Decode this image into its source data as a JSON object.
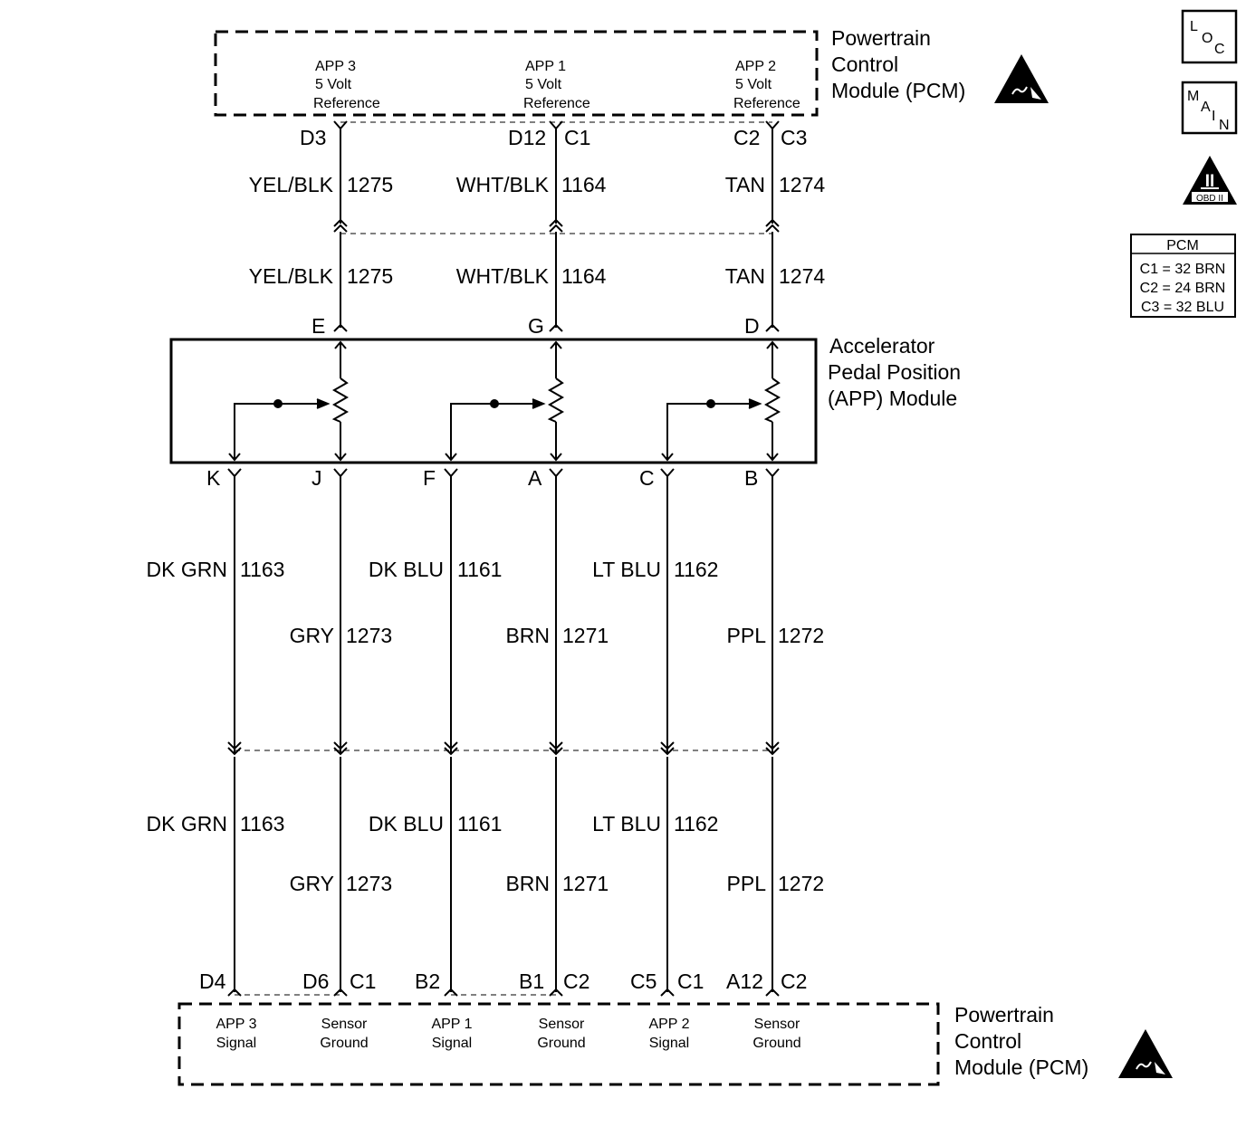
{
  "pcm_top": {
    "title_lines": [
      "Powertrain",
      "Control",
      "Module (PCM)"
    ],
    "app3_lines": [
      "APP 3",
      "5 Volt",
      "Reference"
    ],
    "app1_lines": [
      "APP 1",
      "5 Volt",
      "Reference"
    ],
    "app2_lines": [
      "APP 2",
      "5 Volt",
      "Reference"
    ]
  },
  "top_pins": {
    "app3": "D3",
    "app1": "D12",
    "app1_conn": "C1",
    "app2": "C2",
    "app2_conn": "C3"
  },
  "top_wires": {
    "app3": {
      "color": "YEL/BLK",
      "circuit": "1275"
    },
    "app1": {
      "color": "WHT/BLK",
      "circuit": "1164"
    },
    "app2": {
      "color": "TAN",
      "circuit": "1274"
    }
  },
  "app_module": {
    "title_lines": [
      "Accelerator",
      "Pedal Position",
      "(APP) Module"
    ],
    "top_pins": [
      "E",
      "G",
      "D"
    ],
    "bottom_pins": [
      "K",
      "J",
      "F",
      "A",
      "C",
      "B"
    ]
  },
  "bottom_wires": {
    "k": {
      "color": "DK GRN",
      "circuit": "1163"
    },
    "j": {
      "color": "GRY",
      "circuit": "1273"
    },
    "f": {
      "color": "DK BLU",
      "circuit": "1161"
    },
    "a": {
      "color": "BRN",
      "circuit": "1271"
    },
    "c": {
      "color": "LT BLU",
      "circuit": "1162"
    },
    "b": {
      "color": "PPL",
      "circuit": "1272"
    }
  },
  "bottom_pins": {
    "d4": "D4",
    "d6": "D6",
    "c1a": "C1",
    "b2": "B2",
    "b1": "B1",
    "c2a": "C2",
    "c5": "C5",
    "c1b": "C1",
    "a12": "A12",
    "c2b": "C2"
  },
  "pcm_bottom": {
    "title_lines": [
      "Powertrain",
      "Control",
      "Module (PCM)"
    ],
    "app3_lines": [
      "APP 3",
      "Signal"
    ],
    "gnd1_lines": [
      "Sensor",
      "Ground"
    ],
    "app1_lines": [
      "APP 1",
      "Signal"
    ],
    "gnd2_lines": [
      "Sensor",
      "Ground"
    ],
    "app2_lines": [
      "APP 2",
      "Signal"
    ],
    "gnd3_lines": [
      "Sensor",
      "Ground"
    ]
  },
  "icons": {
    "loc": {
      "l": "L",
      "o": "O",
      "c": "C"
    },
    "main": {
      "m": "M",
      "a": "A",
      "i": "I",
      "n": "N"
    },
    "obd": {
      "numeral": "II",
      "label": "OBD II"
    }
  },
  "pcm_table": {
    "header": "PCM",
    "rows": [
      "C1 = 32 BRN",
      "C2 = 24 BRN",
      "C3 = 32 BLU"
    ]
  }
}
